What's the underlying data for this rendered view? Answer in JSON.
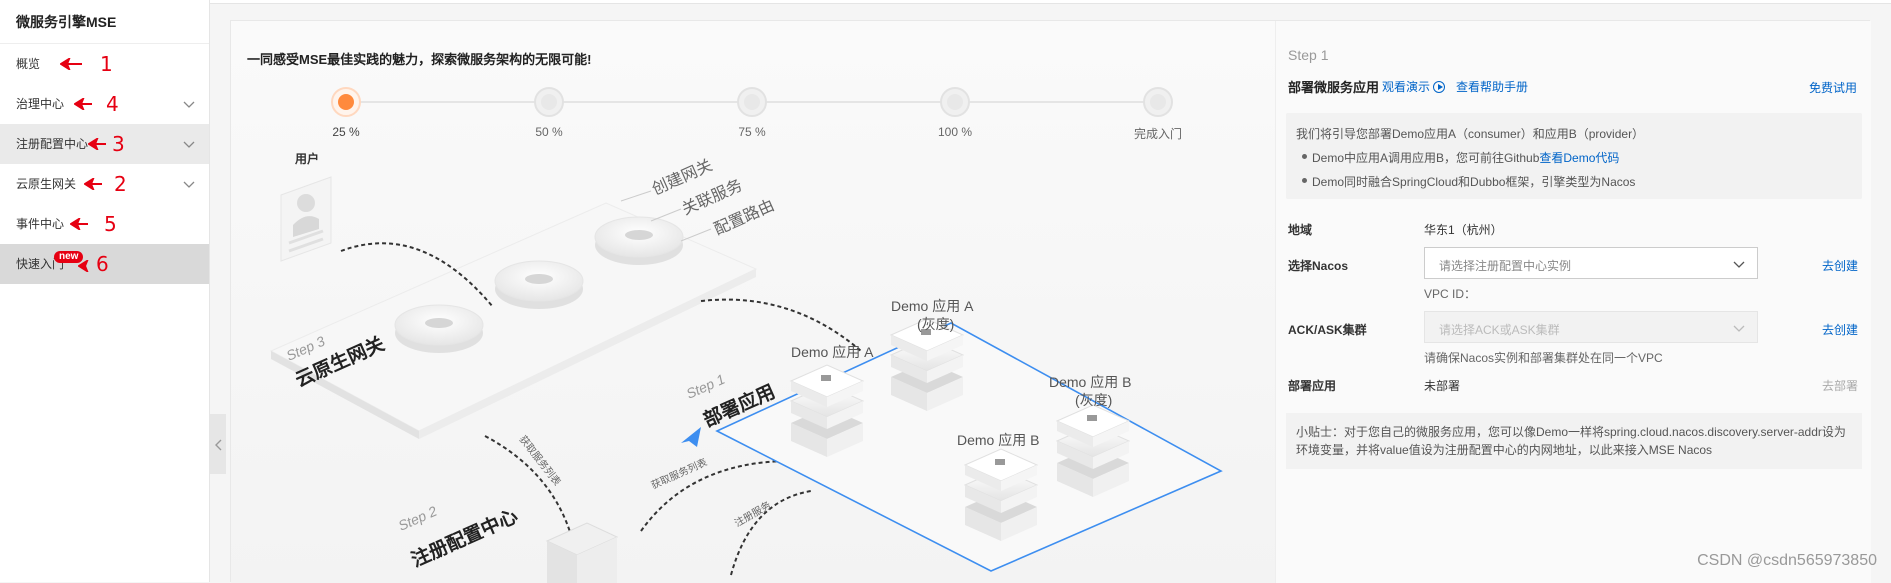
{
  "sidebar": {
    "title": "微服务引擎MSE",
    "items": [
      {
        "label": "概览",
        "annotation": "1"
      },
      {
        "label": "治理中心",
        "annotation": "4"
      },
      {
        "label": "注册配置中心",
        "annotation": "3"
      },
      {
        "label": "云原生网关",
        "annotation": "2"
      },
      {
        "label": "事件中心",
        "annotation": "5"
      },
      {
        "label": "快速入门",
        "annotation": "6",
        "badge": "new"
      }
    ],
    "collapse_icon": "chevron-left-icon"
  },
  "main": {
    "headline": "一同感受MSE最佳实践的魅力，探索微服务架构的无限可能!",
    "progress": [
      {
        "label": "25 %",
        "active": true
      },
      {
        "label": "50 %",
        "active": false
      },
      {
        "label": "75 %",
        "active": false
      },
      {
        "label": "100 %",
        "active": false
      },
      {
        "label": "完成入门",
        "active": false
      }
    ],
    "illustration": {
      "user_label": "用户",
      "gateway_features": [
        "创建网关",
        "关联服务",
        "配置路由"
      ],
      "step3_en": "Step 3",
      "step3_cn": "云原生网关",
      "step1_en": "Step 1",
      "step1_cn": "部署应用",
      "step2_en": "Step 2",
      "step2_cn": "注册配置中心",
      "demo_a_gray": "Demo 应用 A",
      "demo_a_gray_tag": "(灰度)",
      "demo_a": "Demo 应用 A",
      "demo_b_gray": "Demo 应用 B",
      "demo_b_gray_tag": "(灰度)",
      "demo_b": "Demo 应用 B",
      "fetch_list_1": "获取服务列表",
      "fetch_list_2": "获取服务列表",
      "register_service": "注册服务"
    }
  },
  "panel": {
    "step": "Step 1",
    "title": "部署微服务应用",
    "demo_link": "观看演示",
    "manual_link": "查看帮助手册",
    "free_trial": "免费试用",
    "intro": "我们将引导您部署Demo应用A（consumer）和应用B（provider）",
    "bullet1_text": "Demo中应用A调用应用B，您可前往Github",
    "bullet1_link": "查看Demo代码",
    "bullet2_text": "Demo同时融合SpringCloud和Dubbo框架，引擎类型为Nacos",
    "region_label": "地域",
    "region_value": "华东1（杭州）",
    "nacos_label": "选择Nacos",
    "nacos_placeholder": "请选择注册配置中心实例",
    "nacos_create": "去创建",
    "vpc_label": "VPC ID：",
    "ack_label": "ACK/ASK集群",
    "ack_placeholder": "请选择ACK或ASK集群",
    "ack_create": "去创建",
    "ack_hint": "请确保Nacos实例和部署集群处在同一个VPC",
    "deploy_label": "部署应用",
    "deploy_value": "未部署",
    "deploy_action": "去部署",
    "tip": "小贴士：对于您自己的微服务应用，您可以像Demo一样将spring.cloud.nacos.discovery.server-addr设为环境变量，并将value值设为注册配置中心的内网地址，以此来接入MSE Nacos"
  },
  "watermark": "CSDN @csdn565973850",
  "colors": {
    "accent": "#ff8a3d",
    "link": "#0064c8",
    "annotation": "#e60012",
    "plane_outline": "#3d8ef0"
  }
}
